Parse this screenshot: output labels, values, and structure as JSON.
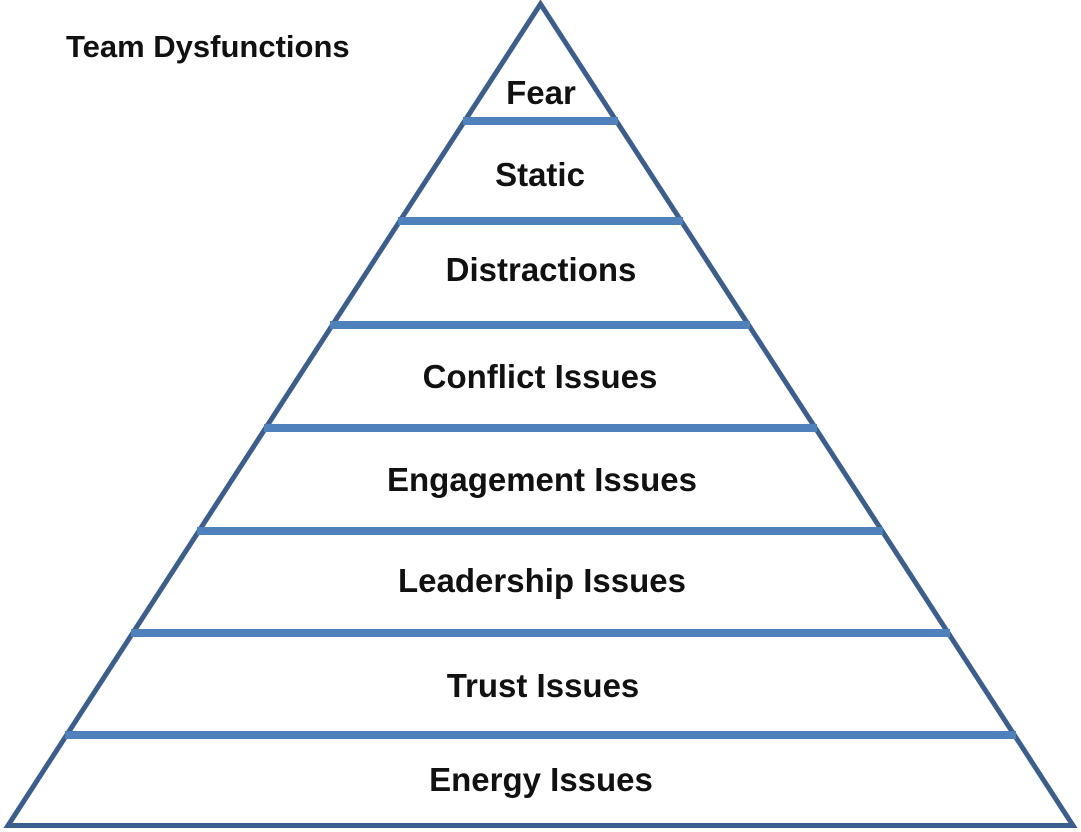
{
  "title": "Team Dysfunctions",
  "colors": {
    "outline": "#3b5e8f",
    "divider": "#4f81bd",
    "text": "#111111",
    "background": "#ffffff"
  },
  "pyramid": {
    "levels": [
      {
        "label": "Fear"
      },
      {
        "label": "Static"
      },
      {
        "label": "Distractions"
      },
      {
        "label": "Conflict Issues"
      },
      {
        "label": "Engagement Issues"
      },
      {
        "label": "Leadership Issues"
      },
      {
        "label": "Trust Issues"
      },
      {
        "label": "Energy Issues"
      }
    ]
  }
}
